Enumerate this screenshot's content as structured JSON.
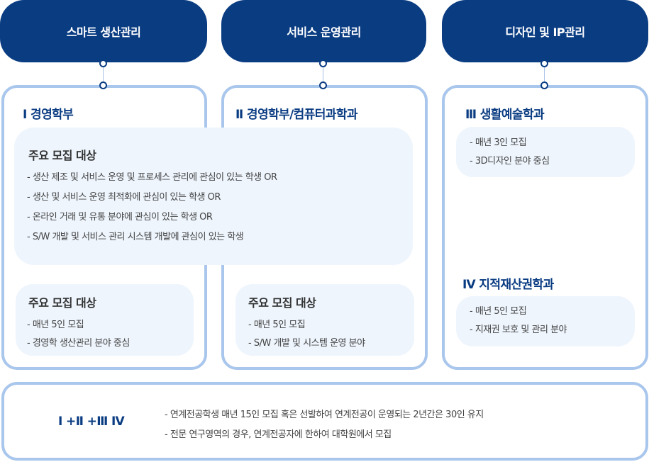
{
  "tabs": [
    "스마트 생산관리",
    "서비스 운영관리",
    "디자인 및 IP관리"
  ],
  "panel1": {
    "heading": "Ⅰ 경영학부",
    "shared_box": {
      "title": "주요 모집 대상",
      "lines": [
        "- 생산 제조 및 서비스 운영 및 프로세스 관리에 관심이 있는 학생 OR",
        "- 생산 및 서비스 운영 최적화에 관심이 있는 학생 OR",
        "- 온라인 거래 및 유통 분야에 관심이 있는 학생 OR",
        "- S/W 개발 및 서비스 관리 시스템 개발에 관심이 있는 학생"
      ]
    },
    "box": {
      "title": "주요 모집 대상",
      "lines": [
        "- 매년 5인 모집",
        "- 경영학 생산관리 분야 중심"
      ]
    }
  },
  "panel2": {
    "heading": "Ⅱ 경영학부/컴퓨터과학과",
    "box": {
      "title": "주요 모집 대상",
      "lines": [
        "- 매년 5인 모집",
        "- S/W 개발 및 시스템 운영 분야"
      ]
    }
  },
  "panel3": {
    "heading_top": "Ⅲ 생활예술학과",
    "box_top": {
      "lines": [
        "- 매년 3인 모집",
        "- 3D디자인 분야 중심"
      ]
    },
    "heading_bottom": "Ⅳ 지적재산권학과",
    "box_bottom": {
      "lines": [
        "- 매년 5인 모집",
        "- 지재권 보호 및 관리 분야"
      ]
    }
  },
  "bottom": {
    "label": "Ⅰ +Ⅱ +Ⅲ  Ⅳ",
    "lines": [
      "- 연계전공학생 매년 15인 모집 혹은 선발하여 연계전공이 운영되는 2년간은 30인 유지",
      "- 전문 연구영역의 경우, 연계전공자에 한하여 대학원에서 모집"
    ]
  },
  "colors": {
    "navy": "#0a3c82",
    "panel_border": "#a9c6ec",
    "box_fill": "#eef5fd"
  }
}
